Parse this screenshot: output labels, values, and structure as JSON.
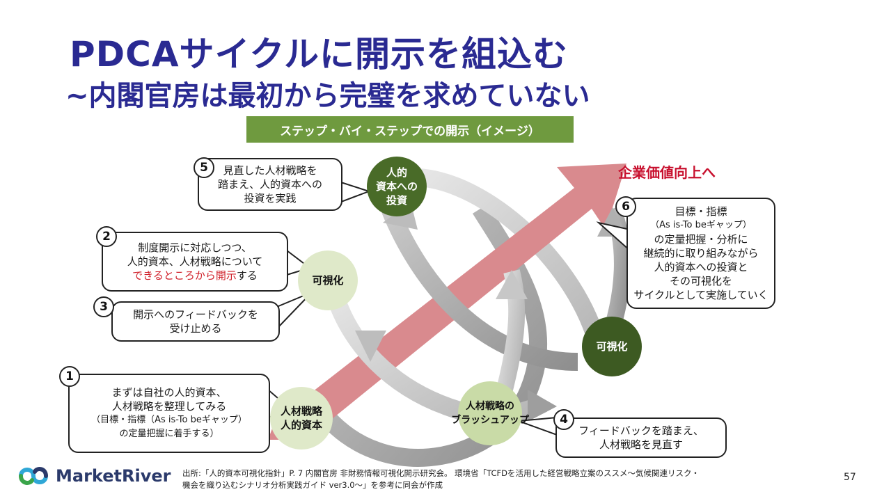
{
  "title": {
    "line1": "PDCAサイクルに開示を組込む",
    "line2": "~内閣官房は最初から完璧を求めていない"
  },
  "banner": "ステップ・バイ・ステップでの開示（イメージ）",
  "goal_label": "企業価値向上へ",
  "nodes": {
    "start": {
      "line1": "人材戦略",
      "line2": "人的資本"
    },
    "visual1": {
      "line1": "可視化"
    },
    "investment": {
      "line1": "人的",
      "line2": "資本への",
      "line3": "投資"
    },
    "brushup": {
      "line1": "人材戦略の",
      "line2": "ブラッシュアップ"
    },
    "visual2": {
      "line1": "可視化"
    }
  },
  "callouts": [
    {
      "num": "1",
      "lines": [
        "まずは自社の人的資本、",
        "人材戦略を整理してみる"
      ],
      "small": [
        "（目標・指標（As is-To beギャップ）",
        "の定量把握に着手する）"
      ]
    },
    {
      "num": "2",
      "lines": [
        "制度開示に対応しつつ、",
        "人的資本、人材戦略について"
      ],
      "red": "できるところから開示",
      "tail": "する"
    },
    {
      "num": "3",
      "lines": [
        "開示へのフィードバックを",
        "受け止める"
      ]
    },
    {
      "num": "4",
      "lines": [
        "フィードバックを踏まえ、",
        "人材戦略を見直す"
      ]
    },
    {
      "num": "5",
      "lines": [
        "見直した人材戦略を",
        "踏まえ、人的資本への",
        "投資を実践"
      ]
    },
    {
      "num": "6",
      "lines": [
        "目標・指標"
      ],
      "small": [
        "（As is-To beギャップ）"
      ],
      "lines2": [
        "の定量把握・分析に",
        "継続的に取り組みながら",
        "人的資本への投資と",
        "その可視化を",
        "サイクルとして実施していく"
      ]
    }
  ],
  "footer": {
    "brand": "MarketRiver",
    "source_line1": "出所:「人的資本可視化指針」P. 7 内閣官房 非財務情報可視化開示研究会。 環境省「TCFDを活用した経営戦略立案のススメ～気候関連リスク・",
    "source_line2": "機会を織り込むシナリオ分析実践ガイド ver3.0～」を参考に同会が作成",
    "page": "57"
  },
  "colors": {
    "title": "#2a2a92",
    "banner": "#6f9a3f",
    "arrow": "#d98a8e",
    "goal": "#c8102e",
    "node_light": "#dfe9c9",
    "node_mid": "#c9dba7",
    "node_dark": "#496b28",
    "node_darkest": "#3d5a22"
  }
}
